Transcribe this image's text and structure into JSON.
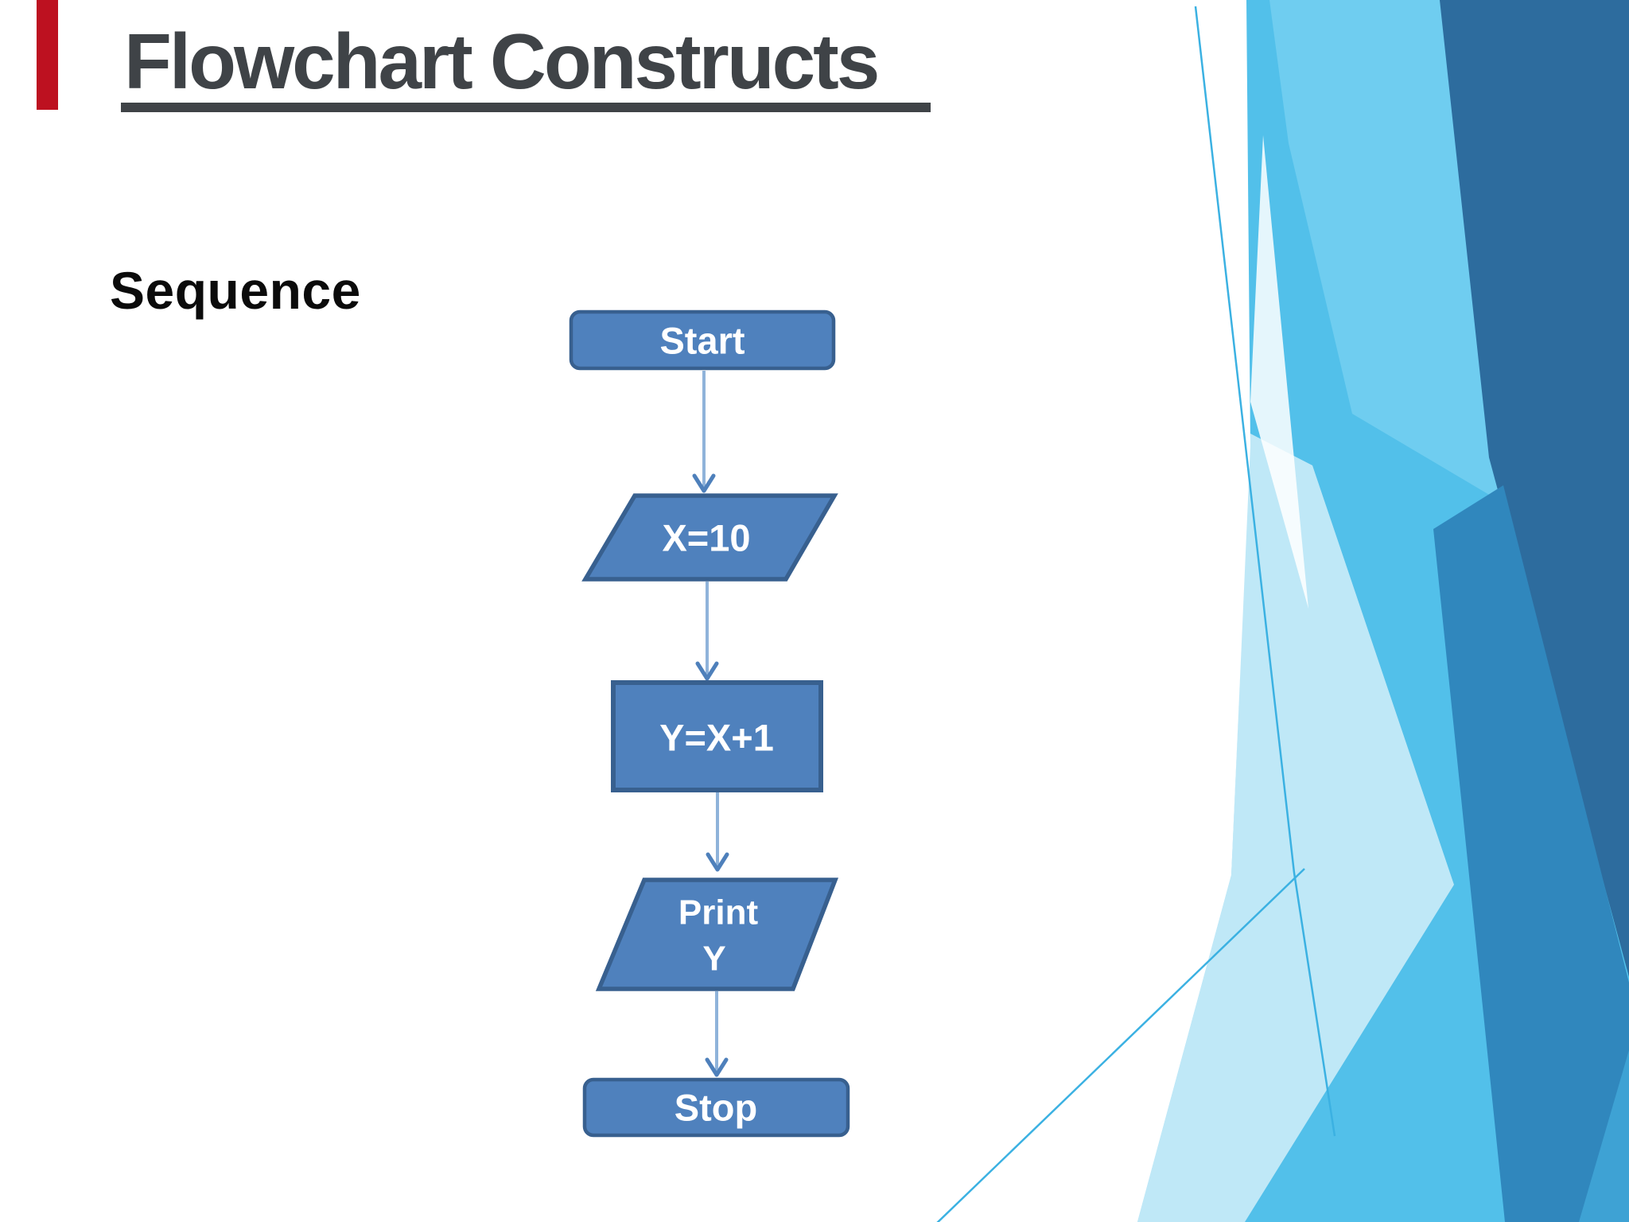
{
  "slide": {
    "title": "Flowchart Constructs",
    "section_label": "Sequence"
  },
  "flowchart": {
    "nodes": [
      {
        "type": "terminator",
        "label": "Start"
      },
      {
        "type": "input-output",
        "label": "X=10"
      },
      {
        "type": "process",
        "label": "Y=X+1"
      },
      {
        "type": "input-output",
        "label": "Print",
        "label_line2": "Y"
      },
      {
        "type": "terminator",
        "label": "Stop"
      }
    ],
    "connections": [
      "Start to X=10",
      "X=10 to Y=X+1",
      "Y=X+1 to Print Y",
      "Print Y to Stop"
    ],
    "colors": {
      "node_fill": "#4f81bd",
      "node_border": "#38608f",
      "node_text": "#ffffff",
      "arrow_shaft": "#8fb3da",
      "arrow_head": "#4e80bb"
    }
  },
  "theme": {
    "background": "#ffffff",
    "title_color": "#3f4347",
    "section_label_color": "#0b0b0b",
    "red_bar_color": "#bd1120",
    "decor": {
      "sky": "#52c0ea",
      "sky_light": "#79d2f2",
      "navy": "#2d6c9e",
      "medium": "#3087bd",
      "corner_light": "#3ea2d4",
      "thin_line": "#3bb1e2"
    }
  }
}
